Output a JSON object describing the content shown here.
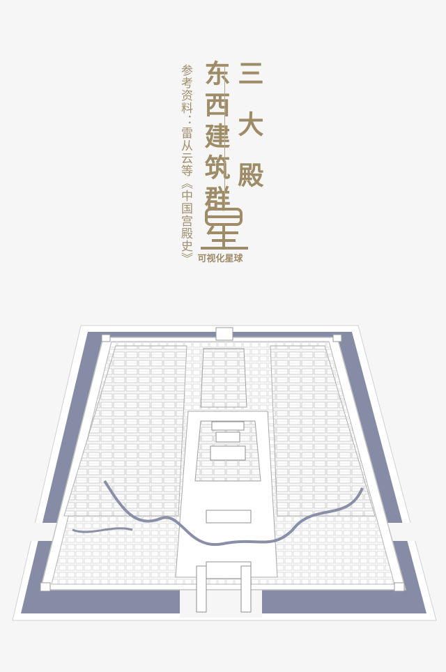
{
  "title": {
    "reference": "参考资料：雷从云等《中国宫殿史》",
    "main": "东西建筑群",
    "three_halls": "三大殿",
    "logo_char": "星",
    "brand": "可视化星球"
  },
  "colors": {
    "gold": "#9e8c68",
    "moat": "#8a8fa8",
    "background": "#f6f6f6",
    "building": "#ffffff"
  }
}
